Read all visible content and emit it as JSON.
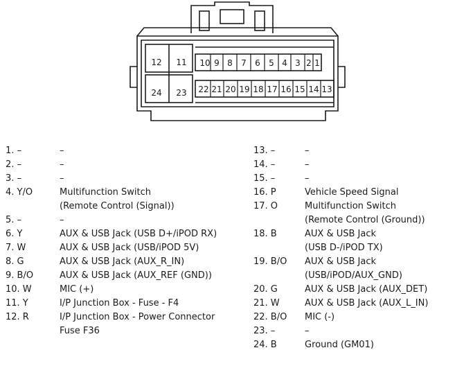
{
  "connector": {
    "top_row_pins": [
      "12",
      "11",
      "10",
      "9",
      "8",
      "7",
      "6",
      "5",
      "4",
      "3",
      "2",
      "1"
    ],
    "bottom_row_pins": [
      "24",
      "23",
      "22",
      "21",
      "20",
      "19",
      "18",
      "17",
      "16",
      "15",
      "14",
      "13"
    ]
  },
  "pins_left": [
    {
      "num": "1. –",
      "desc": "–"
    },
    {
      "num": "2. –",
      "desc": "–"
    },
    {
      "num": "3. –",
      "desc": "–"
    },
    {
      "num": "4. Y/O",
      "desc": "Multifunction Switch"
    },
    {
      "num": "",
      "desc": "(Remote Control (Signal))"
    },
    {
      "num": "5. –",
      "desc": "–"
    },
    {
      "num": "6. Y",
      "desc": "AUX & USB Jack (USB D+/iPOD RX)"
    },
    {
      "num": "7. W",
      "desc": "AUX & USB Jack (USB/iPOD 5V)"
    },
    {
      "num": "8. G",
      "desc": "AUX & USB Jack (AUX_R_IN)"
    },
    {
      "num": "9. B/O",
      "desc": "AUX & USB Jack (AUX_REF (GND))"
    },
    {
      "num": "10. W",
      "desc": "MIC (+)"
    },
    {
      "num": "11. Y",
      "desc": "I/P Junction Box - Fuse - F4"
    },
    {
      "num": "12. R",
      "desc": "I/P Junction Box - Power Connector"
    },
    {
      "num": "",
      "desc": "Fuse F36"
    }
  ],
  "pins_right": [
    {
      "num": "13. –",
      "desc": "–"
    },
    {
      "num": "14. –",
      "desc": "–"
    },
    {
      "num": "15. –",
      "desc": "–"
    },
    {
      "num": "16. P",
      "desc": "Vehicle Speed Signal"
    },
    {
      "num": "17. O",
      "desc": "Multifunction Switch"
    },
    {
      "num": "",
      "desc": "(Remote Control (Ground))"
    },
    {
      "num": "18. B",
      "desc": "AUX & USB Jack"
    },
    {
      "num": "",
      "desc": "(USB D-/iPOD TX)"
    },
    {
      "num": "19. B/O",
      "desc": "AUX & USB Jack"
    },
    {
      "num": "",
      "desc": "(USB/iPOD/AUX_GND)"
    },
    {
      "num": "20. G",
      "desc": "AUX & USB Jack (AUX_DET)"
    },
    {
      "num": "21. W",
      "desc": "AUX & USB Jack (AUX_L_IN)"
    },
    {
      "num": "22. B/O",
      "desc": "MIC (-)"
    },
    {
      "num": "23. –",
      "desc": "–"
    },
    {
      "num": "24. B",
      "desc": "Ground (GM01)"
    }
  ]
}
